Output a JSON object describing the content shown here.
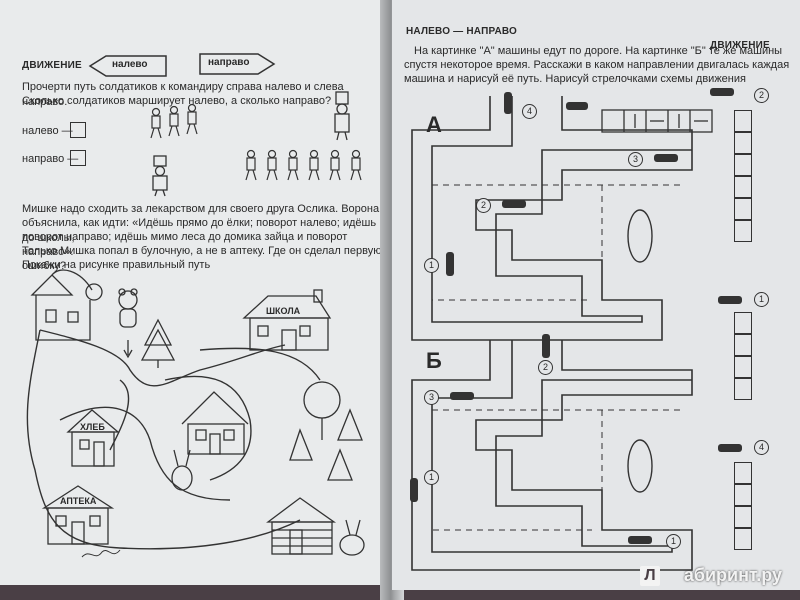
{
  "left_page": {
    "header": "ДВИЖЕНИЕ",
    "sign_left": "налево",
    "sign_right": "направо",
    "task1": {
      "line1": "Прочерти путь солдатиков к командиру справа налево и слева направо.",
      "line2": "Сколько солдатиков марширует налево, а сколько направо?",
      "label_left": "налево —",
      "label_right": "направо —"
    },
    "task2": {
      "line1": "Мишке надо сходить за лекарством для своего друга Ослика. Ворона",
      "line2": "объяснила, как идти: «Идёшь прямо до ёлки; поворот налево; идёшь до школы,",
      "line3": "поворот направо; идёшь мимо леса до домика зайца и поворот направо».",
      "line4": "Только Мишка попал в булочную, а не в аптеку. Где он сделал первую ошибку?",
      "line5": "Покажи на рисунке правильный путь"
    },
    "buildings": {
      "school": "ШКОЛА",
      "bakery": "ХЛЕБ",
      "pharmacy": "АПТЕКА"
    }
  },
  "right_page": {
    "title": "НАЛЕВО — НАПРАВО",
    "header": "ДВИЖЕНИЕ",
    "task": {
      "line1": "На картинке \"А\" машины едут по дороге. На картинке \"Б\" те же машины",
      "line2": "спустя некоторое время. Расскажи в каком направлении двигалась каждая",
      "line3": "машина и нарисуй её путь. Нарисуй стрелочками схемы движения"
    },
    "label_a": "А",
    "label_b": "Б",
    "car_numbers": [
      "1",
      "2",
      "3",
      "4"
    ]
  },
  "watermark": {
    "icon": "Л",
    "text": "абиринт.ру"
  },
  "colors": {
    "paper": "#e9ebec",
    "ink": "#2a2a2a",
    "background": "#4a3f45"
  }
}
